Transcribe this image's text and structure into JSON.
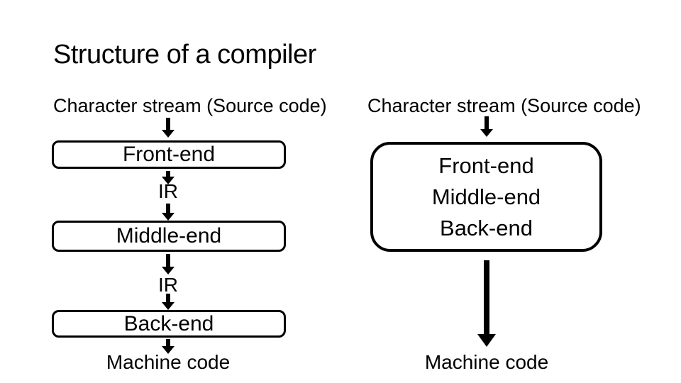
{
  "slide": {
    "title": "Structure of a compiler",
    "pipeline_left": {
      "input": "Character stream (Source code)",
      "stages": [
        "Front-end",
        "Middle-end",
        "Back-end"
      ],
      "intermediate": "IR",
      "output": "Machine code"
    },
    "pipeline_right": {
      "input": "Character stream (Source code)",
      "stages": [
        "Front-end",
        "Middle-end",
        "Back-end"
      ],
      "output": "Machine code"
    },
    "colors": {
      "background": "#ffffff",
      "ink": "#000000"
    }
  }
}
